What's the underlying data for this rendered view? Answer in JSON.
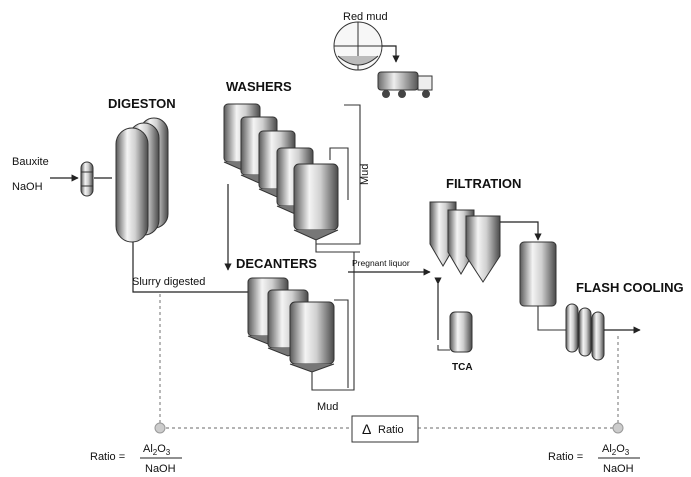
{
  "labels": {
    "digestion": "DIGESTON",
    "washers": "WASHERS",
    "decanters": "DECANTERS",
    "filtration": "FILTRATION",
    "flash_cooling": "FLASH COOLING",
    "red_mud": "Red mud",
    "bauxite": "Bauxite",
    "naoh": "NaOH",
    "slurry": "Slurry digested",
    "mud_vertical": "Mud",
    "mud_bottom": "Mud",
    "pregnant": "Pregnant liquor",
    "tca": "TCA",
    "delta_symbol": "Δ",
    "delta_word": "Ratio"
  },
  "ratio_left": {
    "prefix": "Ratio =",
    "numerator": "Al",
    "num_sub": "2",
    "num_mid": "O",
    "num_sub2": "3",
    "denominator": "NaOH"
  },
  "ratio_right": {
    "prefix": "Ratio =",
    "numerator": "Al",
    "num_sub": "2",
    "num_mid": "O",
    "num_sub2": "3",
    "denominator": "NaOH"
  },
  "colors": {
    "vessel_dark": "#555555",
    "vessel_light": "#f2f2f2",
    "dashed": "#888888",
    "marker": "#cccccc"
  }
}
